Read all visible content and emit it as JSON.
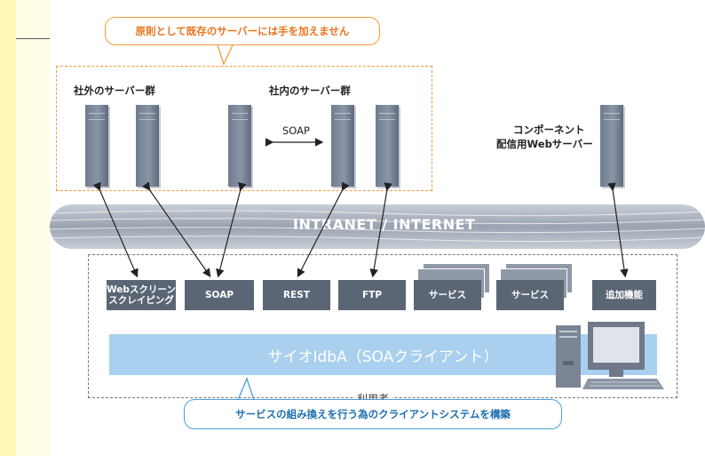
{
  "callouts": {
    "top": "原則として既存のサーバーには手を加えません",
    "bottom": "サービスの組み換えを行う為のクライアントシステムを構築"
  },
  "server_groups": {
    "external": "社外のサーバー群",
    "internal": "社内のサーバー群",
    "soap_link": "SOAP"
  },
  "component_server": {
    "line1": "コンポーネント",
    "line2": "配信用Webサーバー"
  },
  "network": {
    "label": "INTRANET / INTERNET"
  },
  "services": {
    "web_scraping_line1": "Webスクリーン",
    "web_scraping_line2": "スクレイピング",
    "soap": "SOAP",
    "rest": "REST",
    "ftp": "FTP",
    "service_1": "サービス",
    "service_2": "サービス",
    "extra": "追加機能"
  },
  "client": {
    "bar_label": "サイオIdbA（SOAクライアント）",
    "user_label": "利用者"
  },
  "colors": {
    "callout_orange": "#f29a3a",
    "callout_blue": "#4a9fd8",
    "service_box": "#5b6675",
    "client_bar": "#a9d0ee",
    "sidebar": "#fff6b8"
  }
}
